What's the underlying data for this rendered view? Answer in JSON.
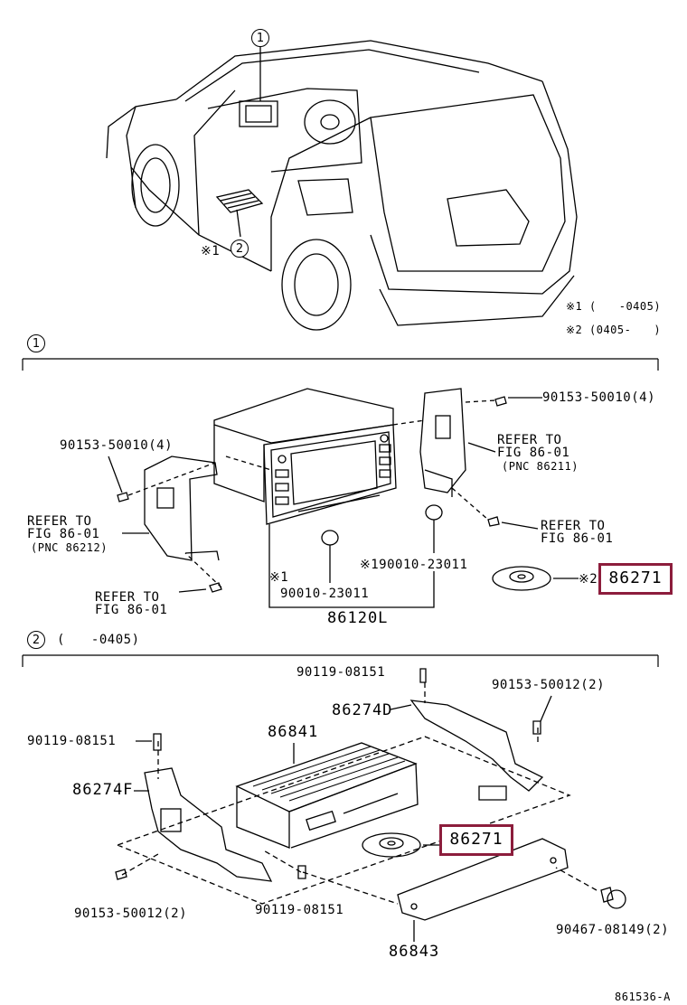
{
  "callouts": {
    "one": "1",
    "two": "2"
  },
  "legend": {
    "note1": "※1 (　　-0405)",
    "note2": "※2 (0405-　　)"
  },
  "car": {
    "note_mark": "※1"
  },
  "section1": {
    "title_num": "1",
    "screw_right": "90153-50010(4)",
    "screw_left": "90153-50010(4)",
    "refer_right_top": [
      "REFER TO",
      "FIG 86-01",
      "(PNC 86211)"
    ],
    "refer_left": [
      "REFER TO",
      "FIG 86-01",
      "(PNC 86212)"
    ],
    "refer_right_bottom": [
      "REFER TO",
      "FIG 86-01"
    ],
    "refer_bottom_left": [
      "REFER TO",
      "FIG 86-01"
    ],
    "knob_right": "※190010-23011",
    "knob_left_mark": "※1",
    "knob_left": "90010-23011",
    "unit": "86120L",
    "disc_mark": "※2",
    "disc": "86271"
  },
  "section2": {
    "title_num": "2",
    "title_range": "(　　-0405)",
    "bolt_top": "90119-08151",
    "screw_right": "90153-50012(2)",
    "bracket_right": "86274D",
    "bolt_left": "90119-08151",
    "player": "86841",
    "bracket_left": "86274F",
    "disc": "86271",
    "screw_left": "90153-50012(2)",
    "bolt_bottom": "90119-08151",
    "clip": "90467-08149(2)",
    "cover": "86843"
  },
  "figure_id": "861536-A"
}
